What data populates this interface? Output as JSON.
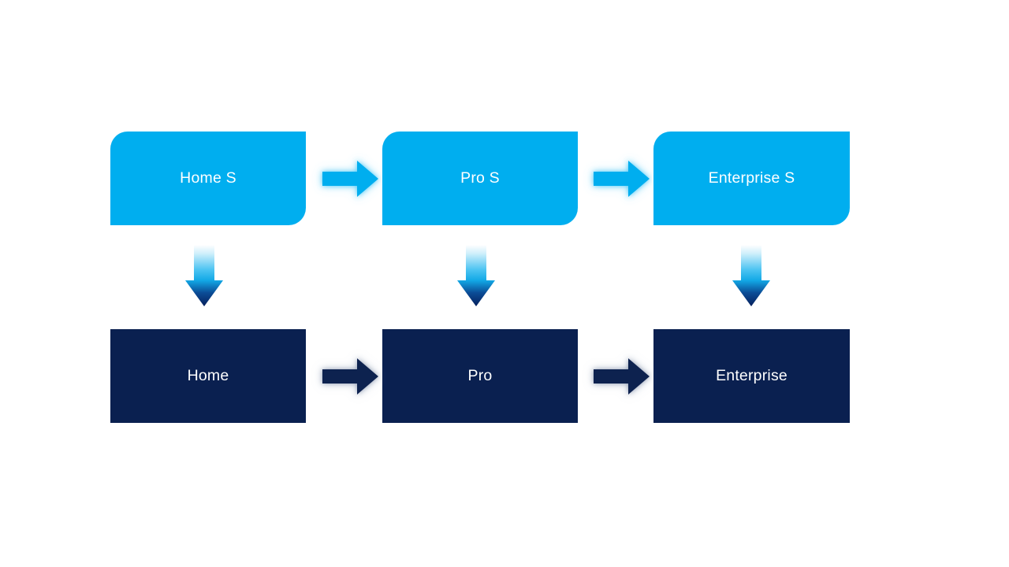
{
  "diagram": {
    "type": "process-flow",
    "title": "",
    "background_color": "#FFFFFF",
    "colors": {
      "tier_top_fill": "#00AEEF",
      "tier_bottom_fill": "#0A2050",
      "label_text": "#FFFFFF",
      "arrow_top_fill": "#00AEEF",
      "arrow_bottom_fill": "#0A2050",
      "vertical_arrow_gradient_start": "#FFFFFF",
      "vertical_arrow_gradient_mid": "#21B3EE",
      "vertical_arrow_gradient_end": "#0A2460"
    },
    "rows": [
      {
        "id": "top-row",
        "tier": "top",
        "nodes": [
          {
            "id": "home-s",
            "label": "Home S"
          },
          {
            "id": "pro-s",
            "label": "Pro S"
          },
          {
            "id": "enterprise-s",
            "label": "Enterprise S"
          }
        ]
      },
      {
        "id": "bottom-row",
        "tier": "bottom",
        "nodes": [
          {
            "id": "home",
            "label": "Home"
          },
          {
            "id": "pro",
            "label": "Pro"
          },
          {
            "id": "enterprise",
            "label": "Enterprise"
          }
        ]
      }
    ],
    "connectors": {
      "horizontal_top": [
        {
          "id": "home-s-to-pro-s",
          "direction": "right"
        },
        {
          "id": "pro-s-to-enterprise-s",
          "direction": "right"
        }
      ],
      "horizontal_bottom": [
        {
          "id": "home-to-pro",
          "direction": "right"
        },
        {
          "id": "pro-to-enterprise",
          "direction": "right"
        }
      ],
      "vertical": [
        {
          "id": "home-s-to-home",
          "direction": "down"
        },
        {
          "id": "pro-s-to-pro",
          "direction": "down"
        },
        {
          "id": "enterprise-s-to-enterprise",
          "direction": "down"
        }
      ]
    }
  }
}
